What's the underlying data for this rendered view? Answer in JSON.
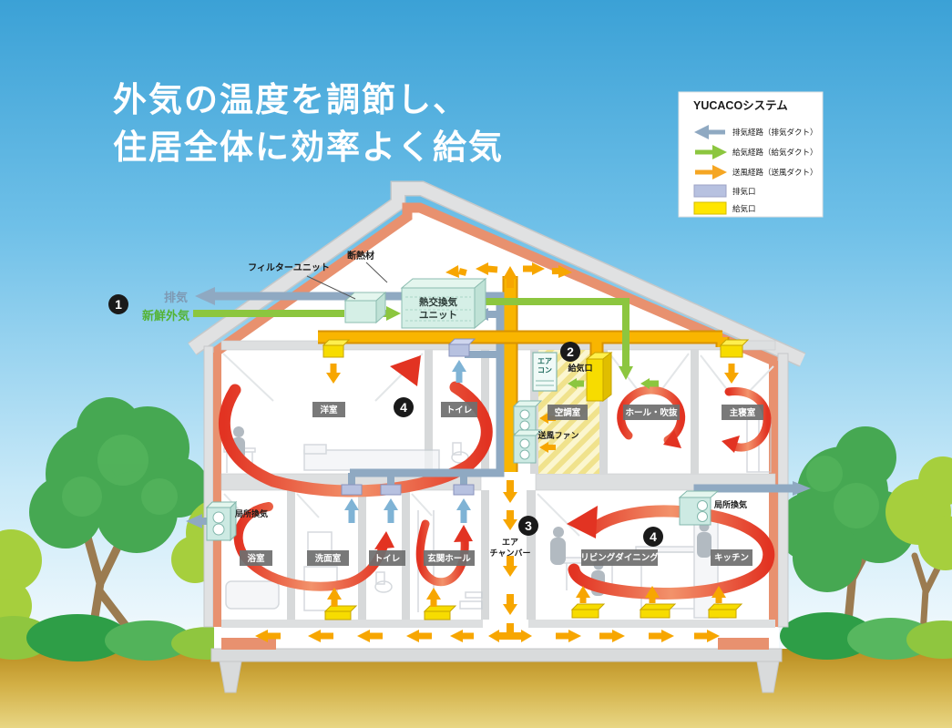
{
  "title": {
    "line1": "外気の温度を調節し、",
    "line2": "住居全体に効率よく給気"
  },
  "legend": {
    "title": "YUCACOシステム",
    "items": [
      {
        "icon": "arrow-left",
        "color": "#8FA9C2",
        "label": "排気経路（排気ダクト）"
      },
      {
        "icon": "arrow-right",
        "color": "#8CC63F",
        "label": "給気経路（給気ダクト）"
      },
      {
        "icon": "arrow-right",
        "color": "#F5A623",
        "label": "送風経路（送風ダクト）"
      },
      {
        "icon": "swatch",
        "color": "#B7C1E0",
        "label": "排気口"
      },
      {
        "icon": "swatch",
        "color": "#FFE600",
        "label": "給気口"
      }
    ]
  },
  "steps": {
    "s1": "1",
    "s2": "2",
    "s3": "3",
    "s4": "4"
  },
  "labels": {
    "insulation": "断熱材",
    "filter_unit": "フィルターユニット",
    "heat_exchanger_l1": "熱交換気",
    "heat_exchanger_l2": "ユニット",
    "exhaust": "排気",
    "fresh_air": "新鮮外気",
    "aircon_l1": "エア",
    "aircon_l2": "コン",
    "supply_port": "給気口",
    "blower_fan": "送風ファン",
    "air_chamber_l1": "エア",
    "air_chamber_l2": "チャンバー",
    "local_vent": "局所換気"
  },
  "rooms": {
    "western": "洋室",
    "toilet": "トイレ",
    "ac_room": "空調室",
    "hall": "ホール・吹抜",
    "master": "主寝室",
    "bath": "浴室",
    "wash": "洗面室",
    "entrance": "玄関ホール",
    "living": "リビングダイニング",
    "kitchen": "キッチン"
  },
  "colors": {
    "sky_top": "#3BA1D6",
    "ground": "#C9A23B",
    "supply_green": "#8CC63F",
    "duct_orange": "#F9B500",
    "exhaust_blue": "#8FA9C2",
    "vent_yellow": "#F7DC00",
    "vent_lavender": "#B7C1E0",
    "insulation_salmon": "#E8916F",
    "circulation_red": "#E23322",
    "unit_teal": "#D5EFE6"
  }
}
